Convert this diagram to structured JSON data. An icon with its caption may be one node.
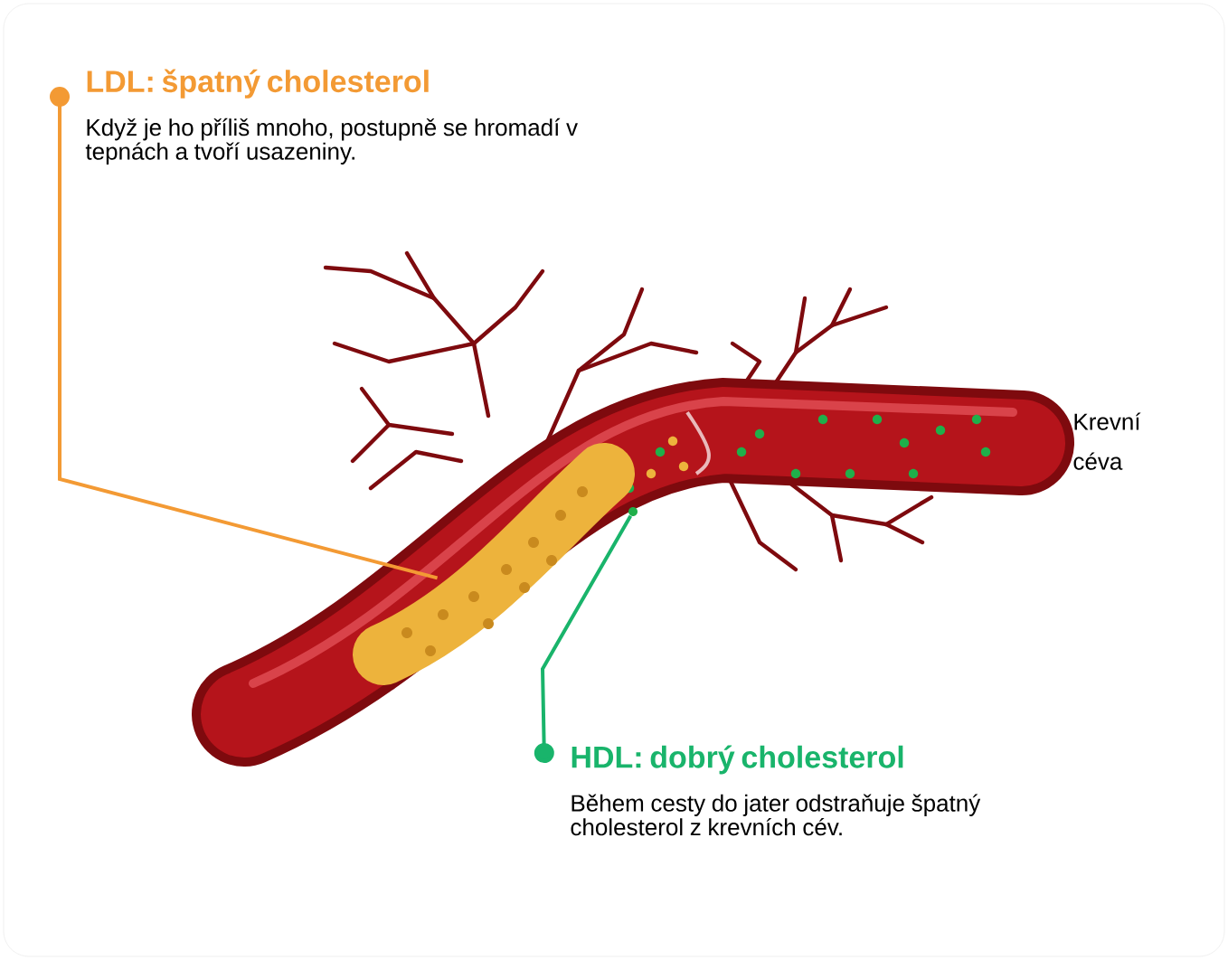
{
  "diagram": {
    "nodes": [
      {
        "text": [
          "LDL: špatný cholesterol",
          "Když je ho příliš mnoho, postupně se hromadí v tepnách a tvoří usazeniny."
        ]
      },
      {
        "text": [],
        "shape": "picture"
      },
      {
        "text": [
          "HDL: dobrý cholesterol",
          "Během cesty do jater odstraňuje špatný cholesterol z krevních cév."
        ]
      },
      {
        "text": [],
        "shape": "circle"
      }
    ],
    "edges": [
      {
        "from": 0,
        "to": 1,
        "arrow": "other",
        "color": "#f39a34"
      },
      {
        "from": 2,
        "to": 3,
        "arrow": "other",
        "color": "#19b46b"
      }
    ],
    "labels": [
      "Krevní céva"
    ]
  }
}
